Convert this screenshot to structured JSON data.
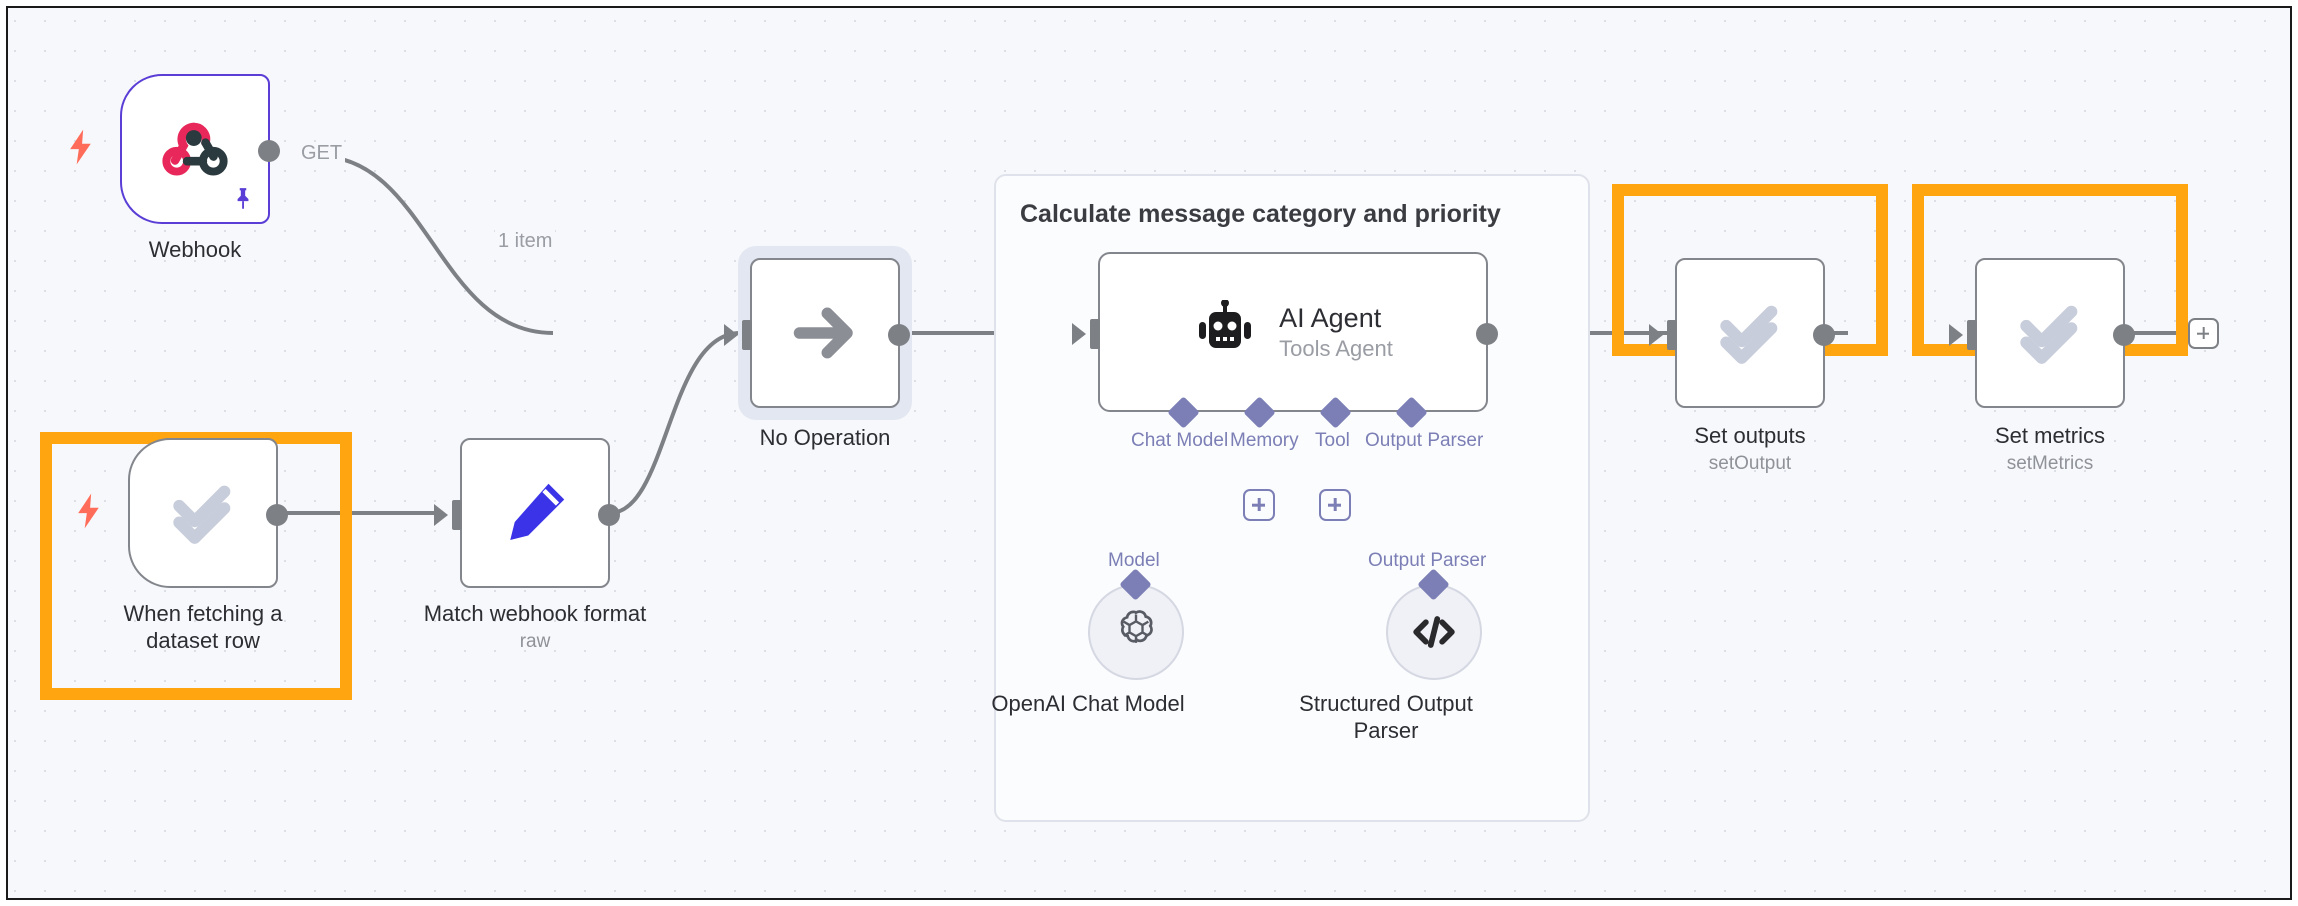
{
  "canvas": {
    "background_color": "#f7f8fb",
    "grid": "dot-grid",
    "highlight_color": "#FFA510"
  },
  "nodes": [
    {
      "id": "webhook",
      "label": "Webhook",
      "sublabel": "",
      "icon": "webhook-icon",
      "type": "trigger",
      "accent_color": "#5a3ed6",
      "pinned": true,
      "output_label": "GET"
    },
    {
      "id": "when-fetching-dataset-row",
      "label": "When fetching a dataset row",
      "sublabel": "",
      "icon": "evaluation-checks-icon",
      "type": "trigger",
      "highlighted": true
    },
    {
      "id": "match-webhook-format",
      "label": "Match webhook format",
      "sublabel": "raw",
      "icon": "pencil-icon",
      "type": "action"
    },
    {
      "id": "no-operation",
      "label": "No Operation",
      "sublabel": "",
      "icon": "arrow-right-icon",
      "type": "action",
      "selected": true
    },
    {
      "id": "ai-agent",
      "label": "AI Agent",
      "sublabel": "Tools Agent",
      "icon": "robot-icon",
      "type": "agent"
    },
    {
      "id": "set-outputs",
      "label": "Set outputs",
      "sublabel": "setOutput",
      "icon": "evaluation-checks-icon",
      "type": "action",
      "highlighted": true
    },
    {
      "id": "set-metrics",
      "label": "Set metrics",
      "sublabel": "setMetrics",
      "icon": "evaluation-checks-icon",
      "type": "action",
      "highlighted": true
    }
  ],
  "group": {
    "title": "Calculate message category and priority"
  },
  "agent_ports": [
    {
      "id": "chat-model",
      "label": "Chat Model",
      "has_add_button": false,
      "connected_node": "OpenAI Chat Model"
    },
    {
      "id": "memory",
      "label": "Memory",
      "has_add_button": true,
      "connected_node": ""
    },
    {
      "id": "tool",
      "label": "Tool",
      "has_add_button": true,
      "connected_node": ""
    },
    {
      "id": "output-parser",
      "label": "Output Parser",
      "has_add_button": false,
      "connected_node": "Structured Output Parser"
    }
  ],
  "sub_nodes": [
    {
      "id": "openai-chat-model",
      "label": "OpenAI Chat Model",
      "port_label": "Model",
      "icon": "openai-icon"
    },
    {
      "id": "structured-output-parser",
      "label": "Structured Output Parser",
      "port_label": "Output Parser",
      "icon": "code-brackets-icon"
    }
  ],
  "edges": [
    {
      "id": "webhook-to-noop",
      "label": "1 item"
    },
    {
      "id": "webhook-output",
      "label": "GET"
    }
  ],
  "buttons": {
    "add_node_label": "+"
  }
}
